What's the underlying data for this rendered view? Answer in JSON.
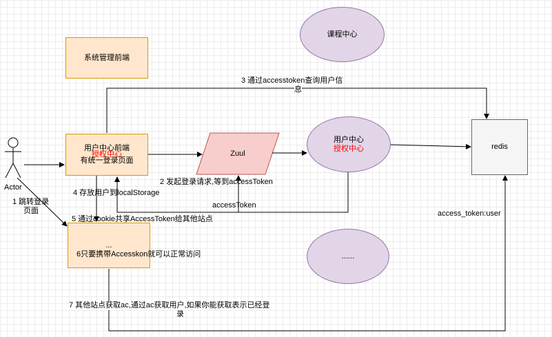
{
  "nodes": {
    "course_center": "课程中心",
    "admin_frontend": "系统管理前端",
    "uc_frontend_line1": "用户中心前端",
    "uc_frontend_overlay": "授权中心",
    "uc_frontend_line2": "有统一登录页面",
    "zuul": "Zuul",
    "user_center": "用户中心",
    "auth_center": "授权中心",
    "redis": "redis",
    "other_site_dots": "...",
    "other_site_text": "6只要携带Accesskon就可以正常访问",
    "more_ellipse": "......",
    "actor": "Actor"
  },
  "edges": {
    "step1_line1": "1 跳转登录",
    "step1_line2": "页面",
    "step2": "2 发起登录请求,等到accessToken",
    "step3_line1": "3 通过accesstoken查询用户信",
    "step3_line2": "息",
    "step4": "4 存放用户到localStorage",
    "step5": "5 通过cookie共享AccessToken给其他站点",
    "step7_line1": "7 其他站点获取ac,通过ac获取用户,如果你能获取表示已经登",
    "step7_line2": "录",
    "access_token": "accessToken",
    "access_token_user": "access_token:user"
  },
  "colors": {
    "orange_fill": "#ffe6cc",
    "orange_stroke": "#d79b00",
    "purple_fill": "#e1d5e7",
    "purple_stroke": "#9673a6",
    "zuul_fill": "#f8cecc",
    "zuul_stroke": "#b85450",
    "redis_fill": "#f5f5f5",
    "highlight_text": "#ff0000"
  }
}
